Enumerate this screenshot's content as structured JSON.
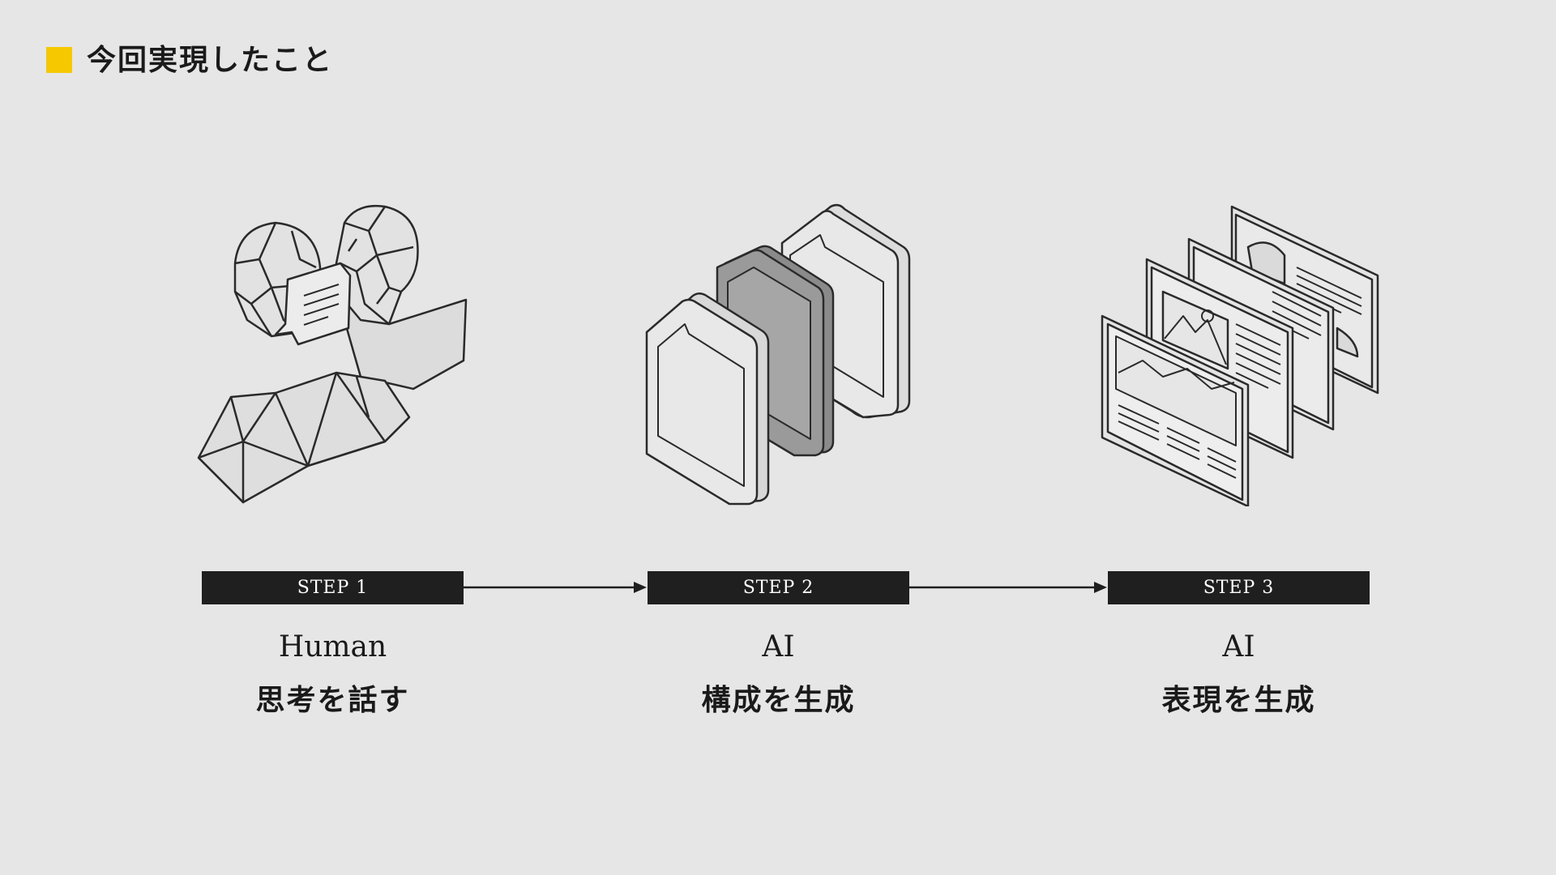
{
  "header": {
    "title": "今回実現したこと",
    "accent_color": "#f5c800"
  },
  "steps": [
    {
      "label": "STEP 1",
      "role": "Human",
      "description": "思考を話す",
      "icon": "human-heads-icon"
    },
    {
      "label": "STEP 2",
      "role": "AI",
      "description": "構成を生成",
      "icon": "document-stack-icon"
    },
    {
      "label": "STEP 3",
      "role": "AI",
      "description": "表現を生成",
      "icon": "slides-stack-icon"
    }
  ],
  "colors": {
    "bar": "#1f1f1f",
    "background": "#e6e6e6",
    "line": "#2a2a2a"
  }
}
